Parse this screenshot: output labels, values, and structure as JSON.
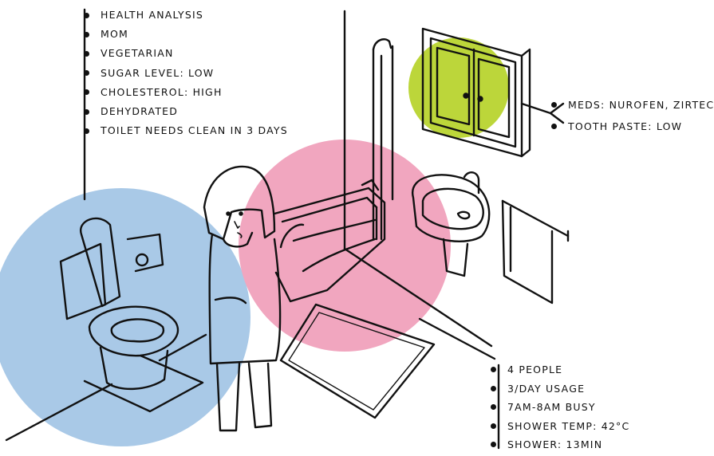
{
  "colors": {
    "toilet_zone": "#a9c9e7",
    "bath_zone": "#f1a6bf",
    "cabinet_zone": "#bcd63a",
    "ink": "#111111"
  },
  "health": {
    "title": "HEALTH ANALYSIS",
    "items": [
      "MOM",
      "VEGETARIAN",
      "SUGAR LEVEL: LOW",
      "CHOLESTEROL: HIGH",
      "DEHYDRATED",
      "TOILET NEEDS CLEAN IN 3 DAYS"
    ]
  },
  "cabinet": {
    "items": [
      "MEDS: NUROFEN, ZIRTEC",
      "TOOTH PASTE: LOW"
    ]
  },
  "usage": {
    "items": [
      "4 PEOPLE",
      "3/DAY USAGE",
      "7AM-8AM BUSY",
      "SHOWER TEMP: 42°C",
      "SHOWER: 13MIN"
    ]
  }
}
